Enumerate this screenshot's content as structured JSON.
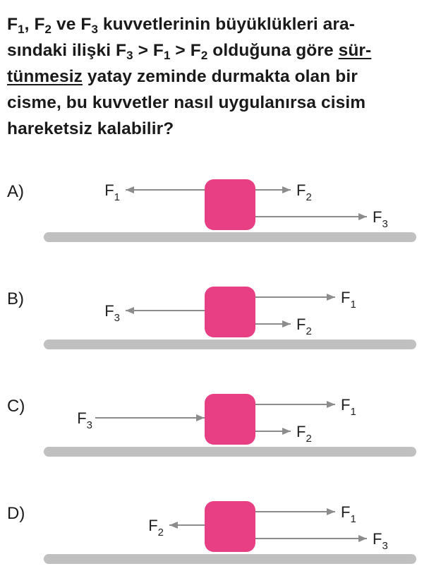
{
  "question": {
    "line1_a": "F",
    "line1_s1": "1",
    "line1_b": ", F",
    "line1_s2": "2",
    "line1_c": " ve F",
    "line1_s3": "3",
    "line1_d": " kuvvetlerinin büyüklükleri ara-",
    "line2_a": "sındaki ilişki F",
    "line2_s3": "3",
    "line2_b": " > F",
    "line2_s1": "1",
    "line2_c": " > F",
    "line2_s2": "2",
    "line2_d": " olduğuna göre ",
    "line2_ul": "sür-",
    "line3_ul": "tünmesiz",
    "line3_rest": " yatay zeminde durmakta olan bir",
    "line4": "cisme, bu kuvvetler nasıl uygulanırsa cisim",
    "line5": "hareketsiz kalabilir?"
  },
  "colors": {
    "block": "#e83e84",
    "ground": "#c0c0c0",
    "arrow": "#8c8c8c"
  },
  "options": [
    {
      "letter": "A)",
      "arrows": [
        {
          "name": "F",
          "sub": "1",
          "dir": "left",
          "level": "upper",
          "length": "long"
        },
        {
          "name": "F",
          "sub": "2",
          "dir": "right",
          "level": "upper",
          "length": "short"
        },
        {
          "name": "F",
          "sub": "3",
          "dir": "right",
          "level": "lower",
          "length": "long"
        }
      ]
    },
    {
      "letter": "B)",
      "arrows": [
        {
          "name": "F",
          "sub": "3",
          "dir": "left",
          "level": "middle",
          "length": "long"
        },
        {
          "name": "F",
          "sub": "1",
          "dir": "right",
          "level": "upper",
          "length": "medium"
        },
        {
          "name": "F",
          "sub": "2",
          "dir": "right",
          "level": "lower",
          "length": "short"
        }
      ]
    },
    {
      "letter": "C)",
      "arrows": [
        {
          "name": "F",
          "sub": "3",
          "dir": "right-into",
          "level": "middle",
          "length": "long"
        },
        {
          "name": "F",
          "sub": "1",
          "dir": "right",
          "level": "upper",
          "length": "medium"
        },
        {
          "name": "F",
          "sub": "2",
          "dir": "right",
          "level": "lower",
          "length": "short"
        }
      ]
    },
    {
      "letter": "D)",
      "arrows": [
        {
          "name": "F",
          "sub": "2",
          "dir": "left",
          "level": "middle",
          "length": "short"
        },
        {
          "name": "F",
          "sub": "1",
          "dir": "right",
          "level": "upper",
          "length": "medium"
        },
        {
          "name": "F",
          "sub": "3",
          "dir": "right",
          "level": "lower",
          "length": "long"
        }
      ]
    }
  ]
}
